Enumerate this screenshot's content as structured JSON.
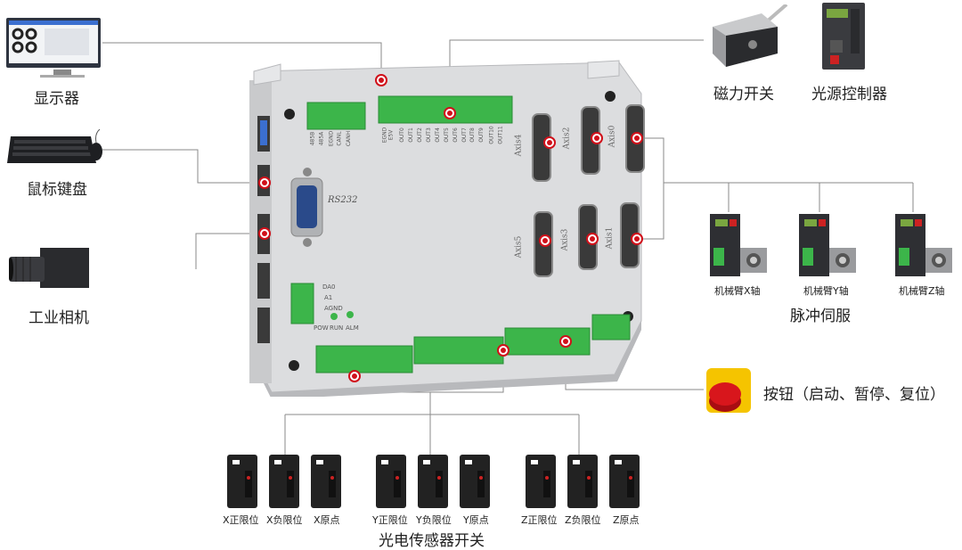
{
  "peripherals": {
    "monitor": "显示器",
    "keyboard_mouse": "鼠标键盘",
    "camera": "工业相机",
    "magnetic_switch": "磁力开关",
    "light_controller": "光源控制器",
    "servo_group": "脉冲伺服",
    "button": "按钮（启动、暂停、复位）",
    "sensor_group": "光电传感器开关"
  },
  "servos": [
    "机械臂X轴",
    "机械臂Y轴",
    "机械臂Z轴"
  ],
  "sensors": [
    "X正限位",
    "X负限位",
    "X原点",
    "Y正限位",
    "Y负限位",
    "Y原点",
    "Z正限位",
    "Z负限位",
    "Z原点"
  ],
  "board": {
    "rs232": "RS232",
    "axes": [
      "Axis4",
      "Axis2",
      "Axis0",
      "Axis5",
      "Axis3",
      "Axis1"
    ],
    "terminal_top_left": [
      "485B",
      "485A",
      "EGND",
      "CANL",
      "CANH"
    ],
    "terminal_top_right": [
      "EGND",
      "E5V",
      "OUT0",
      "OUT1",
      "OUT2",
      "OUT3",
      "OUT4",
      "OUT5",
      "OUT6",
      "OUT7",
      "OUT8",
      "OUT9",
      "OUT10",
      "OUT11"
    ],
    "analog_labels": [
      "DA0",
      "A1",
      "AGND"
    ],
    "leds": [
      "POW",
      "RUN",
      "ALM"
    ]
  },
  "colors": {
    "terminal": "#3cb54a",
    "dot": "#d0101a",
    "line": "#8a8a8a",
    "case": "#d9dadc"
  }
}
